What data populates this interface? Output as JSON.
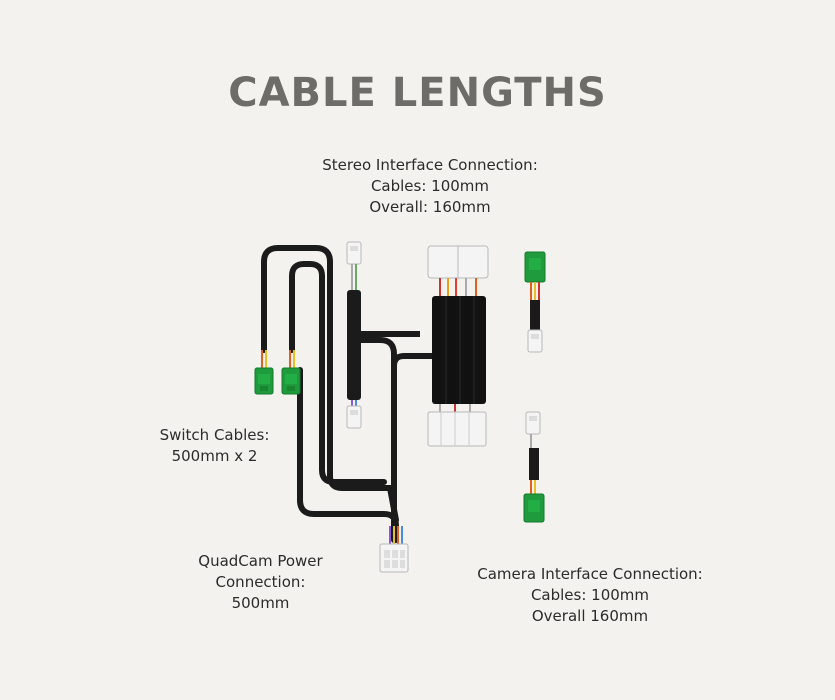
{
  "title": "CABLE LENGTHS",
  "labels": {
    "stereo": {
      "line1": "Stereo Interface Connection:",
      "line2": "Cables: 100mm",
      "line3": "Overall: 160mm"
    },
    "switch": {
      "line1": "Switch Cables:",
      "line2": "500mm x 2"
    },
    "quadcam": {
      "line1": "QuadCam Power",
      "line2": "Connection:",
      "line3": "500mm"
    },
    "camera": {
      "line1": "Camera Interface Connection:",
      "line2": "Cables: 100mm",
      "line3": "Overall 160mm"
    }
  },
  "colors": {
    "background": "#f3f2ee",
    "title": "#6e6c68",
    "cable": "#1b1b1b",
    "connector_green": "#1f9a3c",
    "connector_white": "#f2f2f2"
  }
}
